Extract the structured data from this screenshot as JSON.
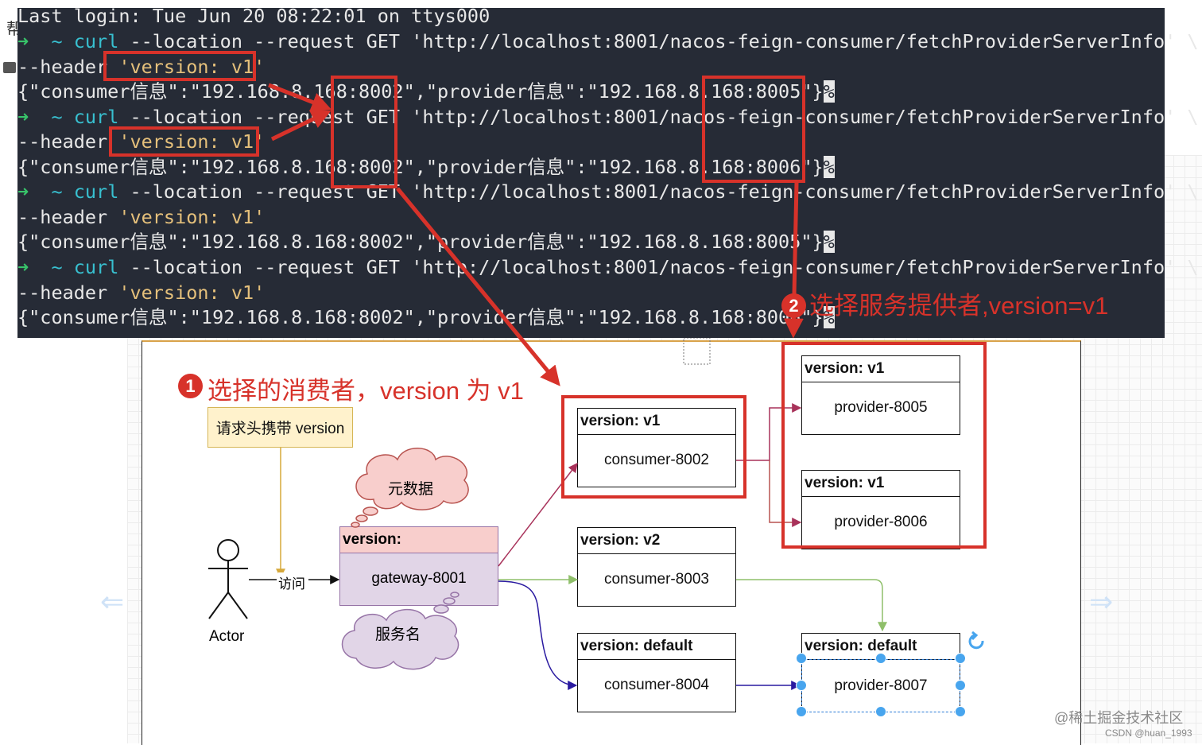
{
  "terminal": {
    "lines": [
      "Last login: Tue Jun 20 08:22:01 on ttys000",
      [
        "➜",
        "  ~ ",
        "curl",
        " --location --request GET 'http://localhost:8001/nacos-feign-consumer/fetchProviderServerInfo' \\"
      ],
      [
        "--header ",
        "'version: v1'"
      ],
      [
        "{\"consumer信息\":\"192.168.8.168:8002\",\"provider信息\":\"192.168.8.168:8005\"}",
        "%"
      ],
      [
        "➜",
        "  ~ ",
        "curl",
        " --location --request GET 'http://localhost:8001/nacos-feign-consumer/fetchProviderServerInfo' \\"
      ],
      [
        "--header ",
        "'version: v1'"
      ],
      [
        "{\"consumer信息\":\"192.168.8.168:8002\",\"provider信息\":\"192.168.8.168:8006\"}",
        "%"
      ],
      [
        "➜",
        "  ~ ",
        "curl",
        " --location --request GET 'http://localhost:8001/nacos-feign-consumer/fetchProviderServerInfo' \\"
      ],
      [
        "--header ",
        "'version: v1'"
      ],
      [
        "{\"consumer信息\":\"192.168.8.168:8002\",\"provider信息\":\"192.168.8.168:8005\"}",
        "%"
      ],
      [
        "➜",
        "  ~ ",
        "curl",
        " --location --request GET 'http://localhost:8001/nacos-feign-consumer/fetchProviderServerInfo' \\"
      ],
      [
        "--header ",
        "'version: v1'"
      ],
      [
        "{\"consumer信息\":\"192.168.8.168:8002\",\"provider信息\":\"192.168.8.168:8006\"}",
        "%"
      ]
    ]
  },
  "background": {
    "ghost_char": "帮"
  },
  "annotations": {
    "step1_number": "1",
    "step1_text": "选择的消费者，version 为 v1",
    "step2_number": "2",
    "step2_text": "选择服务提供者,version=v1"
  },
  "diagram": {
    "note": "请求头携带 version",
    "cloud_metadata": "元数据",
    "cloud_service": "服务名",
    "actor_label": "Actor",
    "edge_label": "访问",
    "gateway": {
      "header": "version:",
      "name": "gateway-8001"
    },
    "consumers": [
      {
        "header": "version: v1",
        "name": "consumer-8002"
      },
      {
        "header": "version: v2",
        "name": "consumer-8003"
      },
      {
        "header": "version: default",
        "name": "consumer-8004"
      }
    ],
    "providers": [
      {
        "header": "version: v1",
        "name": "provider-8005"
      },
      {
        "header": "version: v1",
        "name": "provider-8006"
      },
      {
        "header": "version: default",
        "name": "provider-8007"
      }
    ]
  },
  "colors": {
    "annotation_red": "#d7322a",
    "terminal_bg": "#262b36",
    "prompt_green": "#38c46a",
    "command_cyan": "#38c0d0",
    "string_yellow": "#e5c07b"
  },
  "watermark": {
    "line1": "@稀土掘金技术社区",
    "line2": "CSDN @huan_1993"
  }
}
